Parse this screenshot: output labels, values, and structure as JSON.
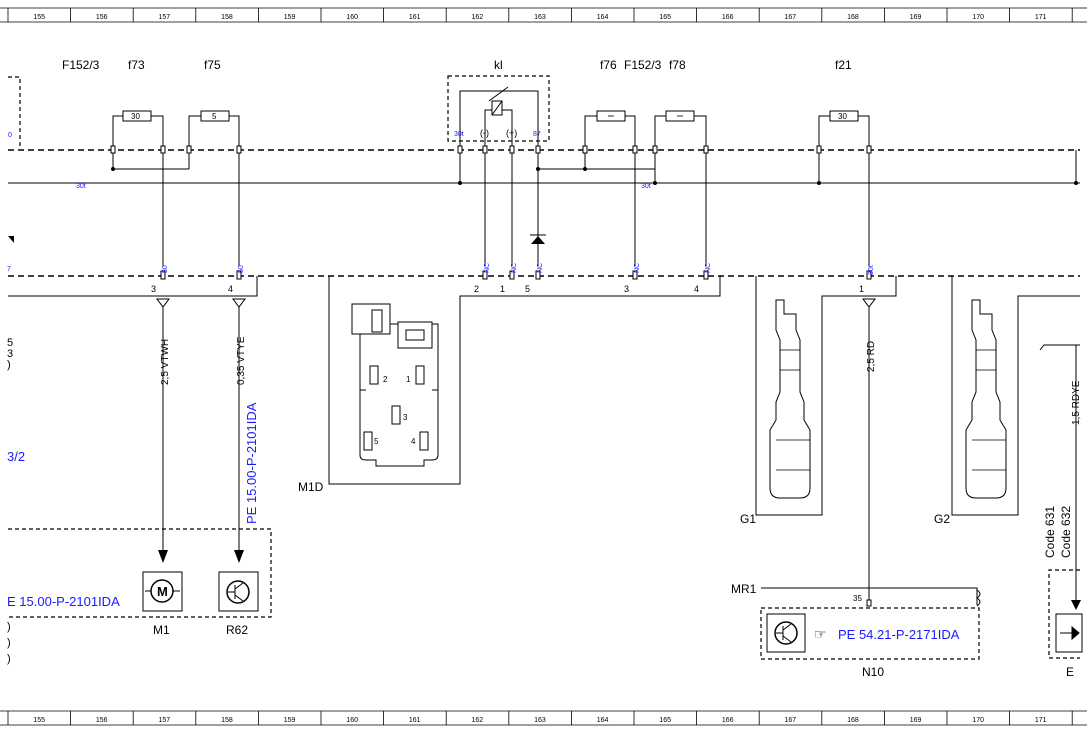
{
  "ruler": {
    "columns": [
      "155",
      "156",
      "157",
      "158",
      "159",
      "160",
      "161",
      "162",
      "163",
      "164",
      "165",
      "166",
      "167",
      "168",
      "169",
      "170",
      "171"
    ]
  },
  "fuses": {
    "f152_3_left": "F152/3",
    "f73": "f73",
    "f75": "f75",
    "kl": "kl",
    "f76": "f76",
    "f152_3_right": "F152/3",
    "f78": "f78",
    "f21": "f21",
    "value_f73": "30",
    "value_f75": "5",
    "value_f21": "30"
  },
  "relay": {
    "pin_30t": "30t",
    "pin_minus": "(-)",
    "pin_plus": "(+)",
    "pin_87": "87"
  },
  "bus": {
    "label_left": "30t",
    "label_right": "30t",
    "edge_label": "0"
  },
  "connector_pins": {
    "nc_a": "NC",
    "nc_b": "NC",
    "nc_c": "NC",
    "nc_d": "NC",
    "nc_e": "NC",
    "p50a": "50",
    "p50b": "50",
    "p30t": "30t",
    "left_edge": "7"
  },
  "pin_numbers": {
    "n3a": "3",
    "n4a": "4",
    "n2": "2",
    "n1a": "1",
    "n5": "5",
    "n3b": "3",
    "n4b": "4",
    "n1b": "1",
    "n35": "35"
  },
  "wires": {
    "w1": "2,5 VTWH",
    "w2": "0,35 VTYE",
    "w3": "2,5 RD",
    "w4": "1,5 RDYE"
  },
  "links": {
    "pe_15_vertical": "PE 15.00-P-2101IDA",
    "pe_15_horizontal": "E 15.00-P-2101IDA",
    "pe_54": "PE 54.21-P-2171IDA"
  },
  "components": {
    "m1": "M1",
    "r62": "R62",
    "m1d": "M1D",
    "g1": "G1",
    "g2": "G2",
    "mr1": "MR1",
    "n10": "N10",
    "e_cut": "E",
    "code631": "Code 631",
    "code632": "Code 632",
    "left_frag": "3/2",
    "m1d_pin1": "1",
    "m1d_pin2": "2",
    "m1d_pin3": "3",
    "m1d_pin4": "4",
    "m1d_pin5": "5"
  },
  "left_margin_fragments": [
    "5",
    "3",
    ")",
    ")",
    ")",
    ")"
  ]
}
